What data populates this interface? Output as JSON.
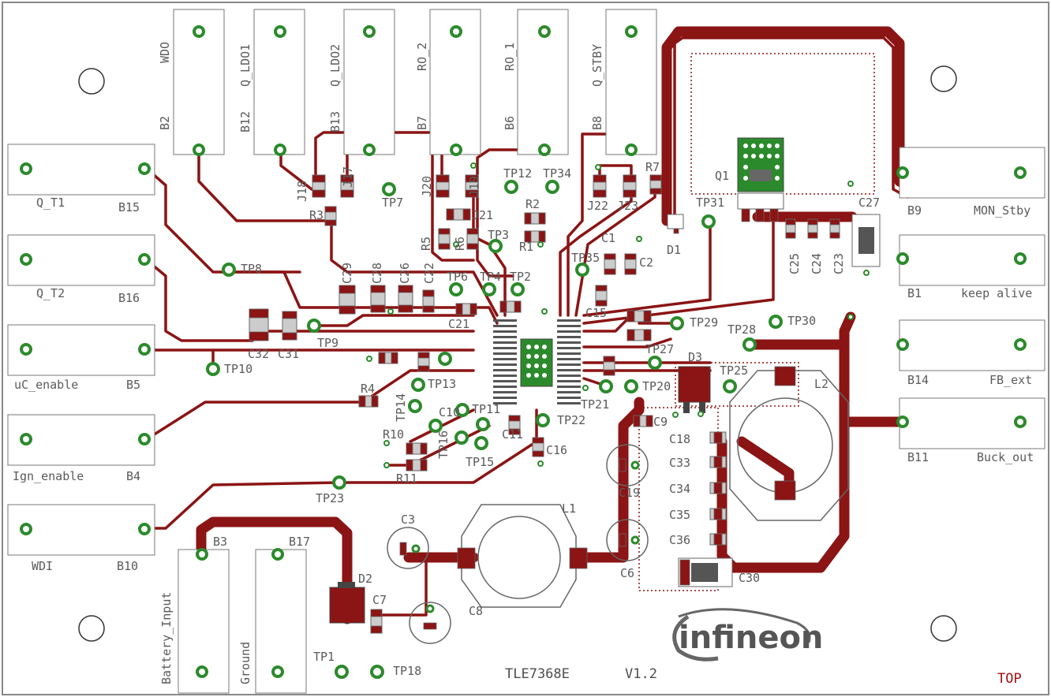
{
  "board": {
    "title": "TLE7368E",
    "version": "V1.2",
    "layer": "TOP",
    "logo": "infineon",
    "colors": {
      "trace": "#8b1414",
      "pad": "#2b8a2b",
      "silkscreen": "#5a5a5a",
      "layer_label": "#a01010"
    }
  },
  "top_connectors": [
    {
      "name": "WDO",
      "pin": "B2"
    },
    {
      "name": "Q_LDO1",
      "pin": "B12"
    },
    {
      "name": "Q_LDO2",
      "pin": "B13"
    },
    {
      "name": "RO_2",
      "pin": "B7"
    },
    {
      "name": "RO_1",
      "pin": "B6"
    },
    {
      "name": "Q_STBY",
      "pin": "B8"
    }
  ],
  "left_connectors": [
    {
      "name": "Q_T1",
      "pin": "B15"
    },
    {
      "name": "Q_T2",
      "pin": "B16"
    },
    {
      "name": "uC_enable",
      "pin": "B5"
    },
    {
      "name": "Ign_enable",
      "pin": "B4"
    },
    {
      "name": "WDI",
      "pin": "B10"
    }
  ],
  "right_connectors": [
    {
      "name": "MON_Stby",
      "pin": "B9"
    },
    {
      "name": "keep alive",
      "pin": "B1"
    },
    {
      "name": "FB_ext",
      "pin": "B14"
    },
    {
      "name": "Buck_out",
      "pin": "B11"
    }
  ],
  "bottom_connectors": [
    {
      "name": "Battery_Input",
      "pin": "B3"
    },
    {
      "name": "Ground",
      "pin": "B17"
    }
  ],
  "labels": {
    "TP1": "TP1",
    "TP2": "TP2",
    "TP3": "TP3",
    "TP4": "TP4",
    "TP6": "TP6",
    "TP7": "TP7",
    "TP8": "TP8",
    "TP9": "TP9",
    "TP10": "TP10",
    "TP11": "TP11",
    "TP12": "TP12",
    "TP13": "TP13",
    "TP14": "TP14",
    "TP15": "TP15",
    "TP16": "TP16",
    "TP18": "TP18",
    "TP20": "TP20",
    "TP21": "TP21",
    "TP22": "TP22",
    "TP23": "TP23",
    "TP25": "TP25",
    "TP27": "TP27",
    "TP28": "TP28",
    "TP29": "TP29",
    "TP30": "TP30",
    "TP31": "TP31",
    "TP34": "TP34",
    "TP35": "TP35",
    "R1": "R1",
    "R2": "R2",
    "R3": "R3",
    "R4": "R4",
    "R5": "R5",
    "R6": "R6",
    "R7": "R7",
    "R10": "R10",
    "R11": "R11",
    "C1": "C1",
    "C2": "C2",
    "C3": "C3",
    "C6": "C6",
    "C7": "C7",
    "C8": "C8",
    "C9": "C9",
    "C10": "C10",
    "C11": "C11",
    "C15": "C15",
    "C16": "C16",
    "C18": "C18",
    "C19": "C19",
    "C21": "C21",
    "C22": "C22",
    "C23": "C23",
    "C24": "C24",
    "C25": "C25",
    "C26": "C26",
    "C27": "C27",
    "C28": "C28",
    "C29": "C29",
    "C30": "C30",
    "C31": "C31",
    "C32": "C32",
    "C33": "C33",
    "C34": "C34",
    "C35": "C35",
    "C36": "C36",
    "J17": "J17",
    "J18": "J18",
    "J19": "J19",
    "J20": "J20",
    "J21": "J21",
    "J22": "J22",
    "J23": "J23",
    "D1": "D1",
    "D2": "D2",
    "D3": "D3",
    "L1": "L1",
    "L2": "L2",
    "Q1": "Q1"
  }
}
